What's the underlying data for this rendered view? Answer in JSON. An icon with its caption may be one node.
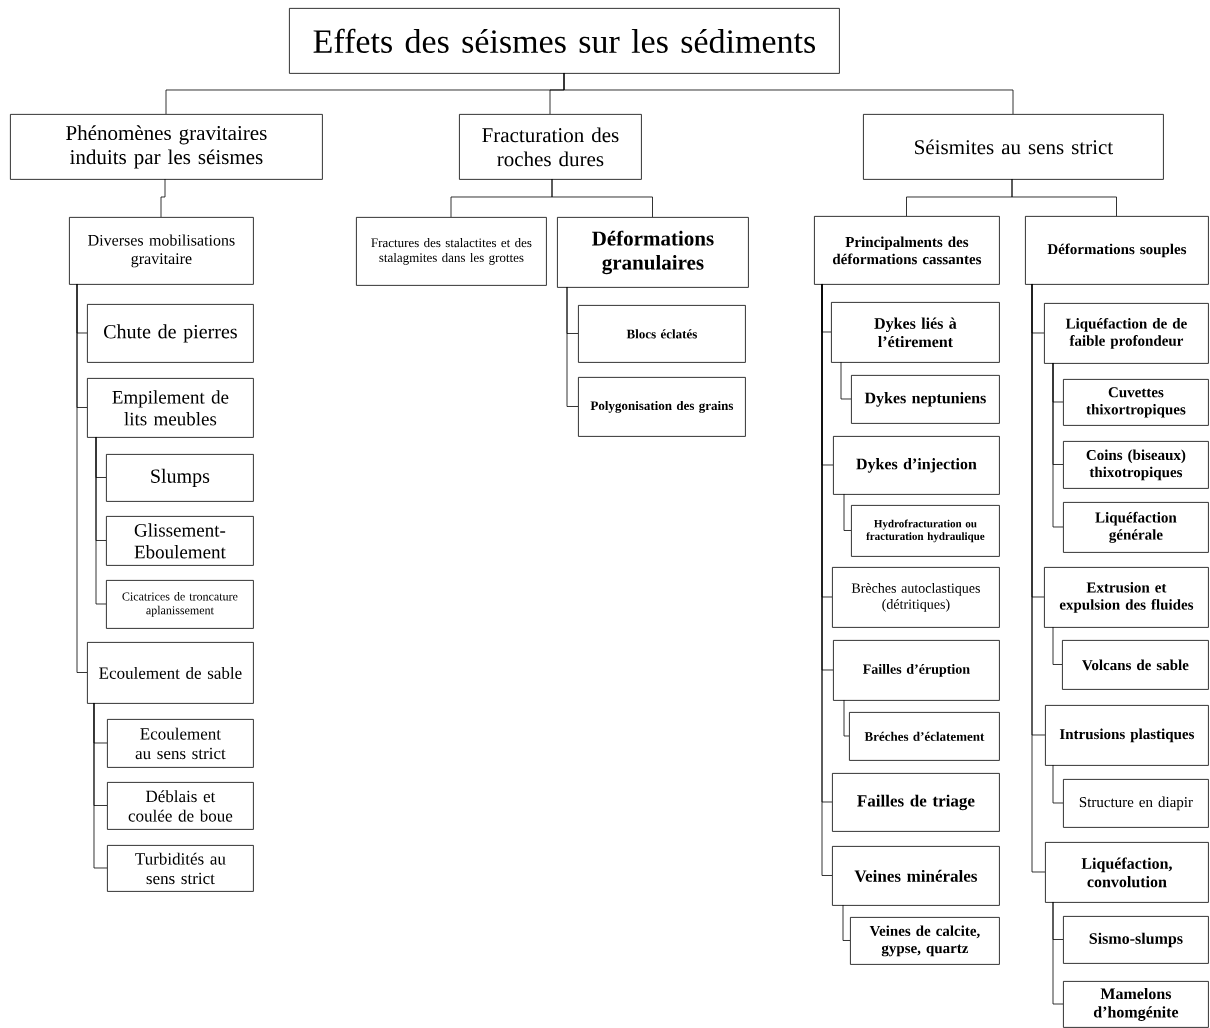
{
  "diagram": {
    "nodes": [
      {
        "text": [
          "Effets des séismes sur les sédiments"
        ]
      },
      {
        "text": [
          "Phénomènes gravitaires induits par les séismes"
        ]
      },
      {
        "text": [
          "Fracturation des roches dures"
        ]
      },
      {
        "text": [
          "Séismites au sens strict"
        ]
      },
      {
        "text": [
          "Diverses mobilisations gravitaire"
        ]
      },
      {
        "text": [
          "Chute de pierres"
        ]
      },
      {
        "text": [
          "Empilement de lits meubles"
        ]
      },
      {
        "text": [
          "Slumps"
        ]
      },
      {
        "text": [
          "Glissement-Eboulement"
        ]
      },
      {
        "text": [
          "Cicatrices de troncature aplanissement"
        ]
      },
      {
        "text": [
          "Ecoulement de sable"
        ]
      },
      {
        "text": [
          "Ecoulement au sens strict"
        ]
      },
      {
        "text": [
          "Déblais et coulée de boue"
        ]
      },
      {
        "text": [
          "Turbidités au sens strict"
        ]
      },
      {
        "text": [
          "Fractures des stalactites et des stalagmites dans les grottes"
        ]
      },
      {
        "text": [
          "Déformations granulaires"
        ]
      },
      {
        "text": [
          "Blocs éclatés"
        ]
      },
      {
        "text": [
          "Polygonisation des grains"
        ]
      },
      {
        "text": [
          "Principalments des déformations cassantes"
        ]
      },
      {
        "text": [
          "Déformations souples"
        ]
      },
      {
        "text": [
          "Dykes liés à l’étirement"
        ]
      },
      {
        "text": [
          "Dykes neptuniens"
        ]
      },
      {
        "text": [
          "Dykes d’injection"
        ]
      },
      {
        "text": [
          "Hydrofracturation ou fracturation hydraulique"
        ]
      },
      {
        "text": [
          "Brèches autoclastiques (détritiques)"
        ]
      },
      {
        "text": [
          "Failles d’éruption"
        ]
      },
      {
        "text": [
          "Bréches d’éclatement"
        ]
      },
      {
        "text": [
          "Failles de triage"
        ]
      },
      {
        "text": [
          "Veines minérales"
        ]
      },
      {
        "text": [
          "Veines de calcite, gypse, quartz"
        ]
      },
      {
        "text": [
          "Liquéfaction de de faible profondeur"
        ]
      },
      {
        "text": [
          "Cuvettes thixortropiques"
        ]
      },
      {
        "text": [
          "Coins (biseaux) thixotropiques"
        ]
      },
      {
        "text": [
          "Liquéfaction générale"
        ]
      },
      {
        "text": [
          "Extrusion et expulsion des fluides"
        ]
      },
      {
        "text": [
          "Volcans de sable"
        ]
      },
      {
        "text": [
          "Intrusions plastiques"
        ]
      },
      {
        "text": [
          "Structure en diapir"
        ]
      },
      {
        "text": [
          "Liquéfaction, convolution"
        ]
      },
      {
        "text": [
          "Sismo-slumps"
        ]
      },
      {
        "text": [
          "Mamelons d’homgénite"
        ]
      }
    ],
    "edges": [
      {
        "from": 0,
        "to": 1,
        "arrow": "none"
      },
      {
        "from": 0,
        "to": 2,
        "arrow": "none"
      },
      {
        "from": 0,
        "to": 3,
        "arrow": "none"
      },
      {
        "from": 1,
        "to": 4,
        "arrow": "none"
      },
      {
        "from": 4,
        "to": 5,
        "arrow": "none"
      },
      {
        "from": 4,
        "to": 6,
        "arrow": "none"
      },
      {
        "from": 6,
        "to": 7,
        "arrow": "none"
      },
      {
        "from": 6,
        "to": 8,
        "arrow": "none"
      },
      {
        "from": 6,
        "to": 9,
        "arrow": "none"
      },
      {
        "from": 4,
        "to": 10,
        "arrow": "none"
      },
      {
        "from": 10,
        "to": 11,
        "arrow": "none"
      },
      {
        "from": 10,
        "to": 12,
        "arrow": "none"
      },
      {
        "from": 10,
        "to": 13,
        "arrow": "none"
      },
      {
        "from": 2,
        "to": 14,
        "arrow": "none"
      },
      {
        "from": 2,
        "to": 15,
        "arrow": "none"
      },
      {
        "from": 15,
        "to": 16,
        "arrow": "none"
      },
      {
        "from": 15,
        "to": 17,
        "arrow": "none"
      },
      {
        "from": 3,
        "to": 18,
        "arrow": "none"
      },
      {
        "from": 3,
        "to": 19,
        "arrow": "none"
      },
      {
        "from": 18,
        "to": 20,
        "arrow": "none"
      },
      {
        "from": 20,
        "to": 21,
        "arrow": "none"
      },
      {
        "from": 18,
        "to": 22,
        "arrow": "none"
      },
      {
        "from": 22,
        "to": 23,
        "arrow": "none"
      },
      {
        "from": 18,
        "to": 24,
        "arrow": "none"
      },
      {
        "from": 18,
        "to": 25,
        "arrow": "none"
      },
      {
        "from": 25,
        "to": 26,
        "arrow": "none"
      },
      {
        "from": 18,
        "to": 27,
        "arrow": "none"
      },
      {
        "from": 18,
        "to": 28,
        "arrow": "none"
      },
      {
        "from": 28,
        "to": 29,
        "arrow": "none"
      },
      {
        "from": 19,
        "to": 30,
        "arrow": "none"
      },
      {
        "from": 30,
        "to": 31,
        "arrow": "none"
      },
      {
        "from": 30,
        "to": 32,
        "arrow": "none"
      },
      {
        "from": 30,
        "to": 33,
        "arrow": "none"
      },
      {
        "from": 19,
        "to": 34,
        "arrow": "none"
      },
      {
        "from": 34,
        "to": 35,
        "arrow": "none"
      },
      {
        "from": 19,
        "to": 36,
        "arrow": "none"
      },
      {
        "from": 36,
        "to": 37,
        "arrow": "none"
      },
      {
        "from": 19,
        "to": 38,
        "arrow": "none"
      },
      {
        "from": 38,
        "to": 39,
        "arrow": "none"
      },
      {
        "from": 38,
        "to": 40,
        "arrow": "none"
      }
    ]
  }
}
